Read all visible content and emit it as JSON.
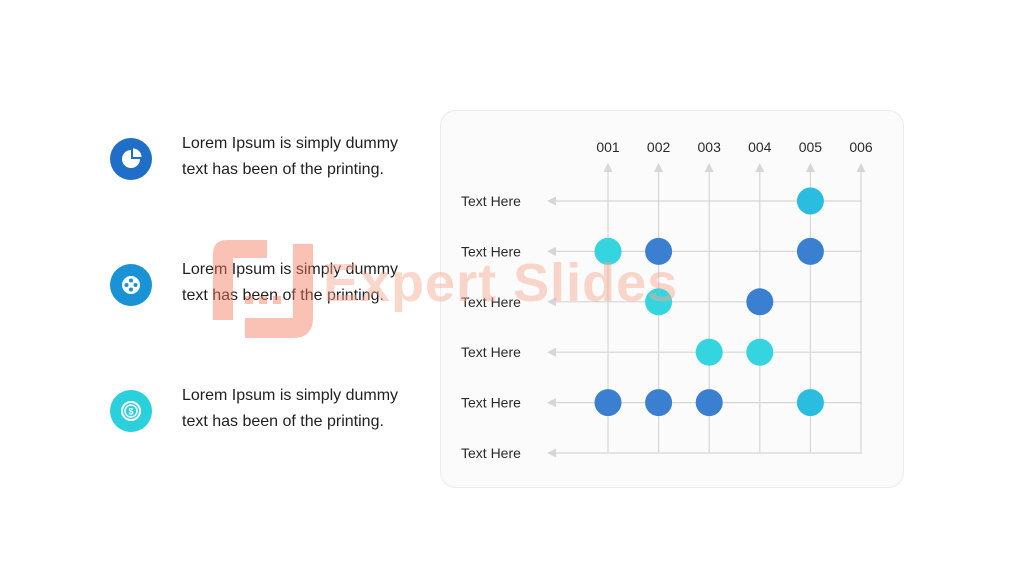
{
  "items": [
    {
      "text_line1": "Lorem Ipsum is simply dummy",
      "text_line2": "text has been of the printing.",
      "icon": "pie-chart-icon",
      "color": "#1f6fc9"
    },
    {
      "text_line1": "Lorem Ipsum is simply dummy",
      "text_line2": "text has been of the printing.",
      "icon": "film-reel-icon",
      "color": "#1a93d6"
    },
    {
      "text_line1": "Lorem Ipsum is simply dummy",
      "text_line2": "text has been of the printing.",
      "icon": "dollar-coin-icon",
      "color": "#2ad0dc"
    }
  ],
  "watermark": {
    "text": "Expert Slides",
    "color": "#f47a5a"
  },
  "chart_data": {
    "type": "scatter",
    "columns": [
      "001",
      "002",
      "003",
      "004",
      "005",
      "006"
    ],
    "rows": [
      "Text Here",
      "Text Here",
      "Text Here",
      "Text Here",
      "Text Here",
      "Text Here"
    ],
    "colors": {
      "a": "#2bbde0",
      "b": "#3a7fd0",
      "c": "#35d5e0"
    },
    "points": [
      {
        "row": 0,
        "col": 4,
        "color": "a"
      },
      {
        "row": 1,
        "col": 0,
        "color": "c"
      },
      {
        "row": 1,
        "col": 1,
        "color": "b"
      },
      {
        "row": 1,
        "col": 4,
        "color": "b"
      },
      {
        "row": 2,
        "col": 1,
        "color": "c"
      },
      {
        "row": 2,
        "col": 3,
        "color": "b"
      },
      {
        "row": 3,
        "col": 2,
        "color": "c"
      },
      {
        "row": 3,
        "col": 3,
        "color": "c"
      },
      {
        "row": 4,
        "col": 0,
        "color": "b"
      },
      {
        "row": 4,
        "col": 1,
        "color": "b"
      },
      {
        "row": 4,
        "col": 2,
        "color": "b"
      },
      {
        "row": 4,
        "col": 4,
        "color": "a"
      }
    ]
  }
}
